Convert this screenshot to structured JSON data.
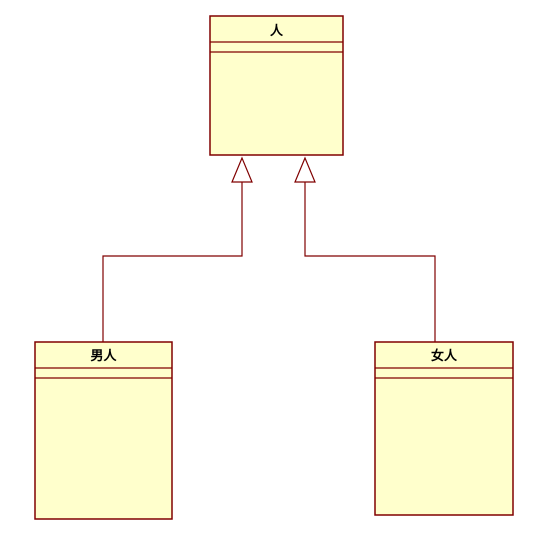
{
  "diagram": {
    "type": "uml-class-diagram",
    "classes": {
      "parent": {
        "name": "人"
      },
      "child_left": {
        "name": "男人"
      },
      "child_right": {
        "name": "女人"
      }
    },
    "relationships": [
      {
        "type": "generalization",
        "from": "男人",
        "to": "人"
      },
      {
        "type": "generalization",
        "from": "女人",
        "to": "人"
      }
    ],
    "colors": {
      "border": "#800000",
      "fill": "#ffffcc",
      "text": "#000000"
    }
  }
}
